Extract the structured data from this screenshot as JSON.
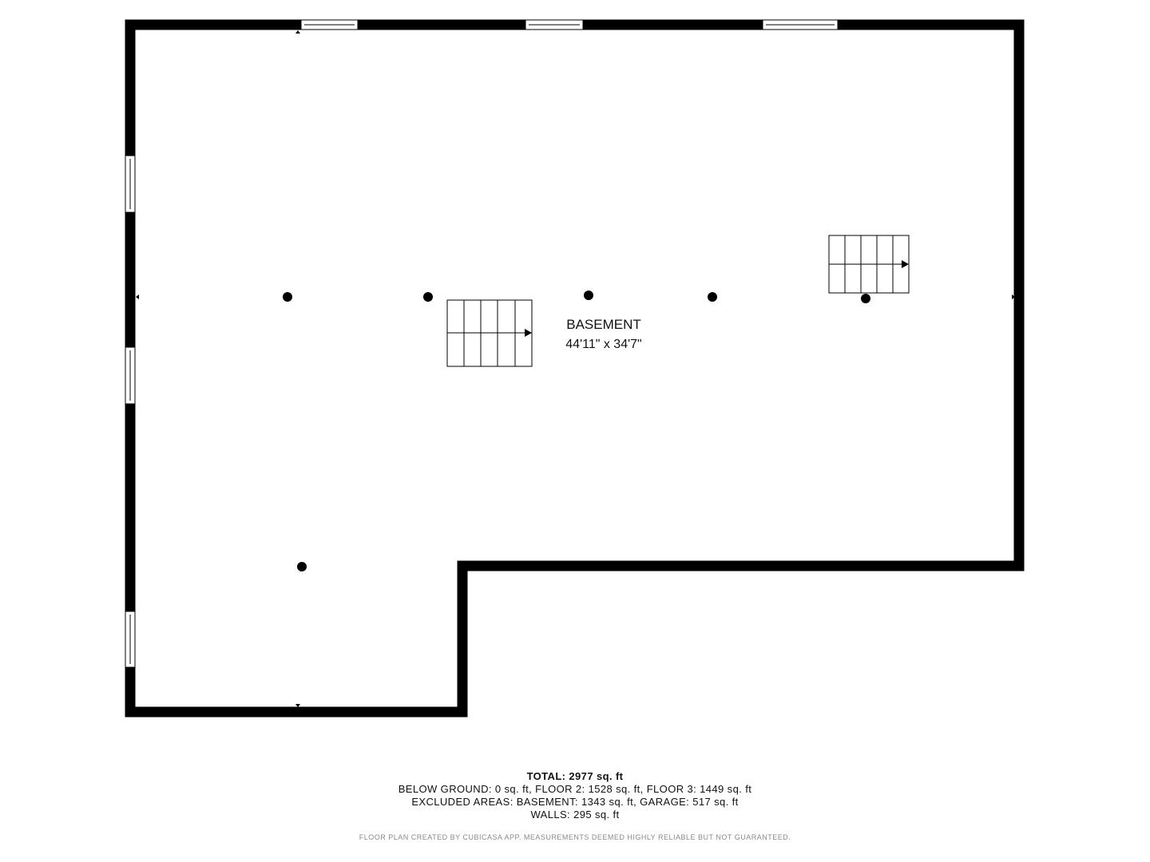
{
  "room": {
    "name": "BASEMENT",
    "dimensions": "44'11\" x 34'7\""
  },
  "summary": {
    "total": "TOTAL: 2977 sq. ft",
    "below_ground": "BELOW GROUND: 0 sq. ft, FLOOR 2: 1528 sq. ft, FLOOR 3: 1449 sq. ft",
    "excluded": "EXCLUDED AREAS: BASEMENT: 1343 sq. ft, GARAGE: 517 sq. ft",
    "walls": "WALLS: 295 sq. ft"
  },
  "disclaimer": "FLOOR PLAN CREATED BY CUBICASA APP. MEASUREMENTS DEEMED HIGHLY RELIABLE BUT NOT GUARANTEED.",
  "colors": {
    "wall": "#000000",
    "background": "#ffffff",
    "disclaimer": "#8a8a8a"
  }
}
